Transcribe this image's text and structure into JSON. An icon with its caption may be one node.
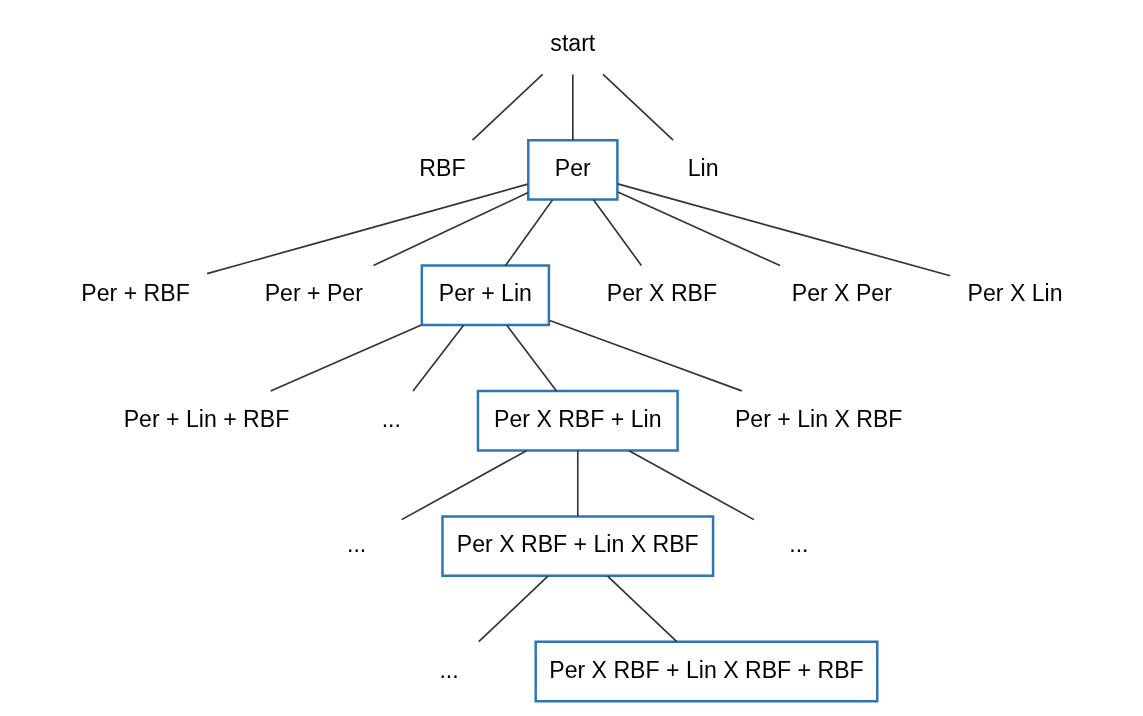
{
  "diagram": {
    "nodes": [
      {
        "text": [
          "start"
        ]
      },
      {
        "text": [
          "RBF"
        ]
      },
      {
        "text": [
          "Per"
        ]
      },
      {
        "text": [
          "Lin"
        ]
      },
      {
        "text": [
          "Per + RBF"
        ]
      },
      {
        "text": [
          "Per + Per"
        ]
      },
      {
        "text": [
          "Per + Lin"
        ]
      },
      {
        "text": [
          "Per X RBF"
        ]
      },
      {
        "text": [
          "Per X Per"
        ]
      },
      {
        "text": [
          "Per X Lin"
        ]
      },
      {
        "text": [
          "Per + Lin + RBF"
        ]
      },
      {
        "text": [
          "..."
        ]
      },
      {
        "text": [
          "Per X RBF + Lin"
        ]
      },
      {
        "text": [
          "Per + Lin X RBF"
        ]
      },
      {
        "text": [
          "..."
        ]
      },
      {
        "text": [
          "Per X RBF + Lin X RBF"
        ]
      },
      {
        "text": [
          "..."
        ]
      },
      {
        "text": [
          "..."
        ]
      },
      {
        "text": [
          "Per X RBF + Lin X RBF + RBF"
        ]
      }
    ],
    "edges": [
      {
        "from": 0,
        "to": 1,
        "arrow": "none"
      },
      {
        "from": 0,
        "to": 2,
        "arrow": "none"
      },
      {
        "from": 0,
        "to": 3,
        "arrow": "none"
      },
      {
        "from": 2,
        "to": 4,
        "arrow": "none"
      },
      {
        "from": 2,
        "to": 5,
        "arrow": "none"
      },
      {
        "from": 2,
        "to": 6,
        "arrow": "none"
      },
      {
        "from": 2,
        "to": 7,
        "arrow": "none"
      },
      {
        "from": 2,
        "to": 8,
        "arrow": "none"
      },
      {
        "from": 2,
        "to": 9,
        "arrow": "none"
      },
      {
        "from": 6,
        "to": 10,
        "arrow": "none"
      },
      {
        "from": 6,
        "to": 11,
        "arrow": "none"
      },
      {
        "from": 6,
        "to": 12,
        "arrow": "none"
      },
      {
        "from": 6,
        "to": 13,
        "arrow": "none"
      },
      {
        "from": 12,
        "to": 14,
        "arrow": "none"
      },
      {
        "from": 12,
        "to": 15,
        "arrow": "none"
      },
      {
        "from": 12,
        "to": 16,
        "arrow": "none"
      },
      {
        "from": 15,
        "to": 17,
        "arrow": "none"
      },
      {
        "from": 15,
        "to": 18,
        "arrow": "none"
      }
    ]
  }
}
